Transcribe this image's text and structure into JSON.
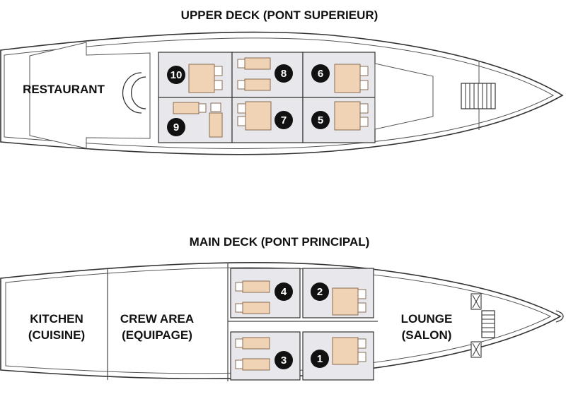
{
  "upper_deck": {
    "title": "UPPER DECK (PONT SUPERIEUR)",
    "areas": {
      "restaurant": "RESTAURANT"
    },
    "cabins": [
      "10",
      "9",
      "8",
      "7",
      "6",
      "5"
    ]
  },
  "main_deck": {
    "title": "MAIN DECK (PONT PRINCIPAL)",
    "areas": {
      "kitchen": [
        "KITCHEN",
        "(CUISINE)"
      ],
      "crew": [
        "CREW AREA",
        "(EQUIPAGE)"
      ],
      "lounge": [
        "LOUNGE",
        "(SALON)"
      ]
    },
    "cabins": [
      "4",
      "2",
      "3",
      "1"
    ]
  },
  "colors": {
    "bed": "#f0d2b4",
    "bed_stroke": "#8a6d55",
    "cabin_fill": "#e8e8ec",
    "hull_stroke": "#333333",
    "marker": "#111111"
  }
}
